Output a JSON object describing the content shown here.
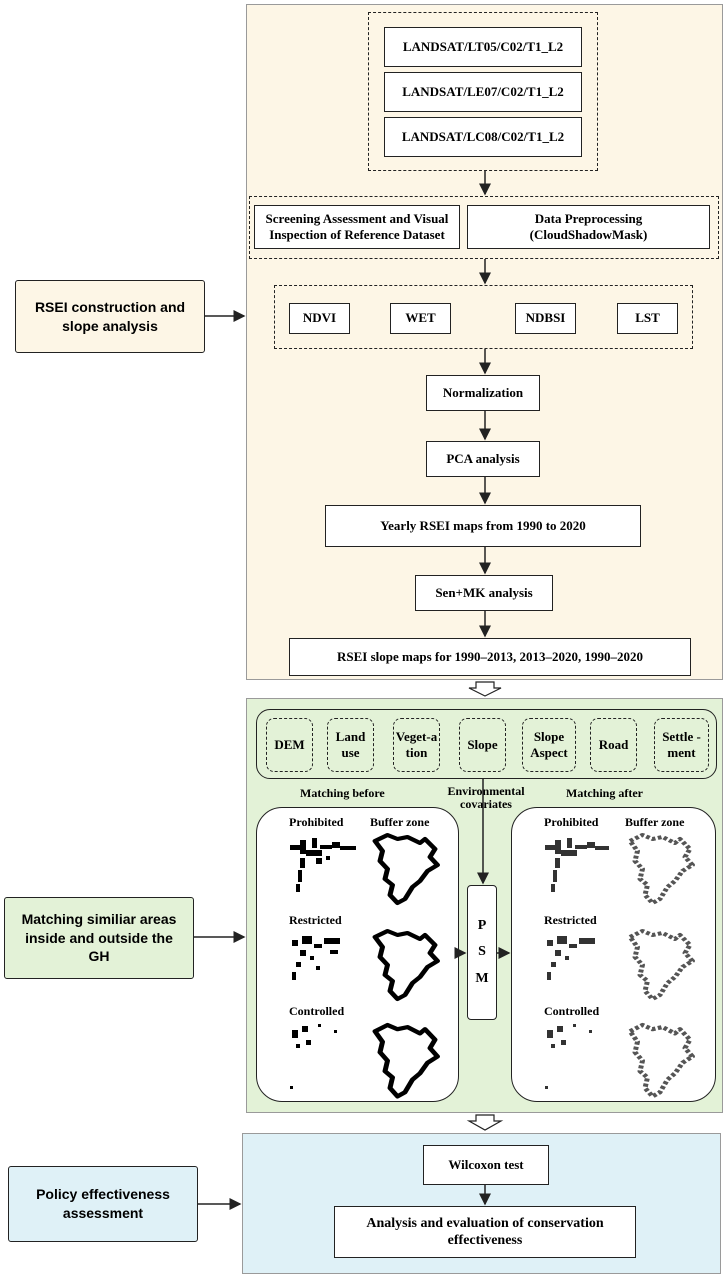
{
  "colors": {
    "panel_top": "#fdf6e6",
    "panel_mid": "#e3f2d7",
    "panel_bottom": "#dff1f7",
    "side_top": "#fdf6e6",
    "side_mid": "#e3f2d7",
    "side_bottom": "#dff1f7"
  },
  "landsat": [
    "LANDSAT/LT05/C02/T1_L2",
    "LANDSAT/LE07/C02/T1_L2",
    "LANDSAT/LC08/C02/T1_L2"
  ],
  "screening": "Screening Assessment and Visual Inspection of Reference Dataset",
  "preprocessing": {
    "line1": "Data Preprocessing",
    "line2": "(CloudShadowMask)"
  },
  "indices": [
    "NDVI",
    "WET",
    "NDBSI",
    "LST"
  ],
  "steps": {
    "normalization": "Normalization",
    "pca": "PCA analysis",
    "yearly": "Yearly RSEI maps from 1990 to 2020",
    "senmk": "Sen+MK analysis",
    "slope_maps": "RSEI slope maps for 1990–2013, 2013–2020, 1990–2020"
  },
  "covariates": [
    "DEM",
    "Land use",
    "Veget-a tion",
    "Slope",
    "Slope Aspect",
    "Road",
    "Settle -ment"
  ],
  "matching": {
    "before": "Matching before",
    "after": "Matching after",
    "env": "Environmental covariates",
    "psm": [
      "P",
      "S",
      "M"
    ],
    "prohibited": "Prohibited",
    "buffer": "Buffer zone",
    "restricted": "Restricted",
    "controlled": "Controlled"
  },
  "final": {
    "wilcoxon": "Wilcoxon test",
    "analysis": "Analysis and evaluation of conservation effectiveness"
  },
  "side": {
    "top": "RSEI construction and slope analysis",
    "mid": "Matching similiar areas inside and outside the GH",
    "bottom": "Policy effectiveness assessment"
  }
}
